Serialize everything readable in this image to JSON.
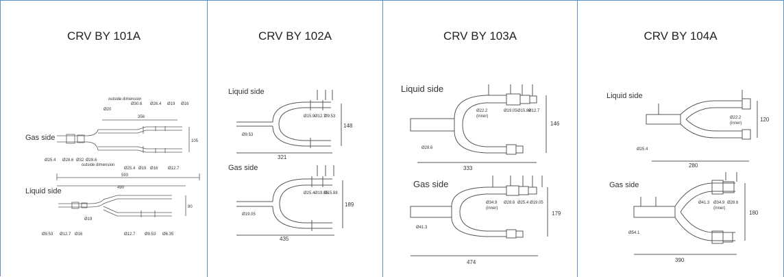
{
  "columns": [
    {
      "title": "CRV BY 101A",
      "gas_label": "Gas side",
      "liquid_label": "Liquid side",
      "gas_dims": {
        "outside_dimension": "outside dimension",
        "d1": "Ø20",
        "d2": "Ø30.6",
        "d3": "Ø26.4",
        "d4": "Ø19",
        "d5": "Ø16",
        "len_top": "356",
        "inside_dimension": "outside dimension",
        "d6": "Ø25.4",
        "d7": "Ø28.6",
        "d8": "Ø32",
        "d9": "Ø28.6",
        "d10": "Ø25.4",
        "d11": "Ø19",
        "d12": "Ø16",
        "d13": "Ø12.7",
        "height": "105",
        "overall": "593"
      },
      "liquid_dims": {
        "overall": "490",
        "height": "80",
        "d1": "Ø9.53",
        "d2": "Ø12.7",
        "d3": "Ø16",
        "d4": "Ø19",
        "d5": "Ø12.7",
        "d6": "Ø9.53",
        "d7": "Ø6.35"
      }
    },
    {
      "title": "CRV BY 102A",
      "liquid_label": "Liquid side",
      "gas_label": "Gas side",
      "liquid_dims": {
        "width": "321",
        "height": "148",
        "a": "Ø9.53",
        "b": "Ø15.9",
        "c": "Ø12.7",
        "d": "Ø9.53"
      },
      "gas_dims": {
        "width": "435",
        "height": "189",
        "a": "Ø19.05",
        "b": "Ø25.4",
        "c": "Ø19.05",
        "d": "Ø15.88"
      }
    },
    {
      "title": "CRV BY 103A",
      "liquid_label": "Liquid side",
      "gas_label": "Gas side",
      "liquid_dims": {
        "width": "333",
        "height": "146",
        "a": "Ø28.6",
        "b": "Ø22.2",
        "c": "Ø19.05",
        "d": "Ø15.88",
        "e": "Ø12.7",
        "inner": "(inner)"
      },
      "gas_dims": {
        "width": "474",
        "height": "179",
        "a": "Ø41.3",
        "b": "Ø34.9",
        "c": "Ø28.6",
        "d": "Ø25.4",
        "e": "Ø19.05",
        "inner": "(inner)"
      }
    },
    {
      "title": "CRV BY 104A",
      "liquid_label": "Liquid side",
      "gas_label": "Gas side",
      "liquid_dims": {
        "width": "280",
        "height": "120",
        "a": "Ø25.4",
        "b": "Ø22.2",
        "inner": "(inner)"
      },
      "gas_dims": {
        "width": "390",
        "height": "180",
        "a": "Ø54.1",
        "b": "Ø41.3",
        "c": "Ø34.9",
        "d": "Ø28.6",
        "inner": "(inner)"
      }
    }
  ]
}
